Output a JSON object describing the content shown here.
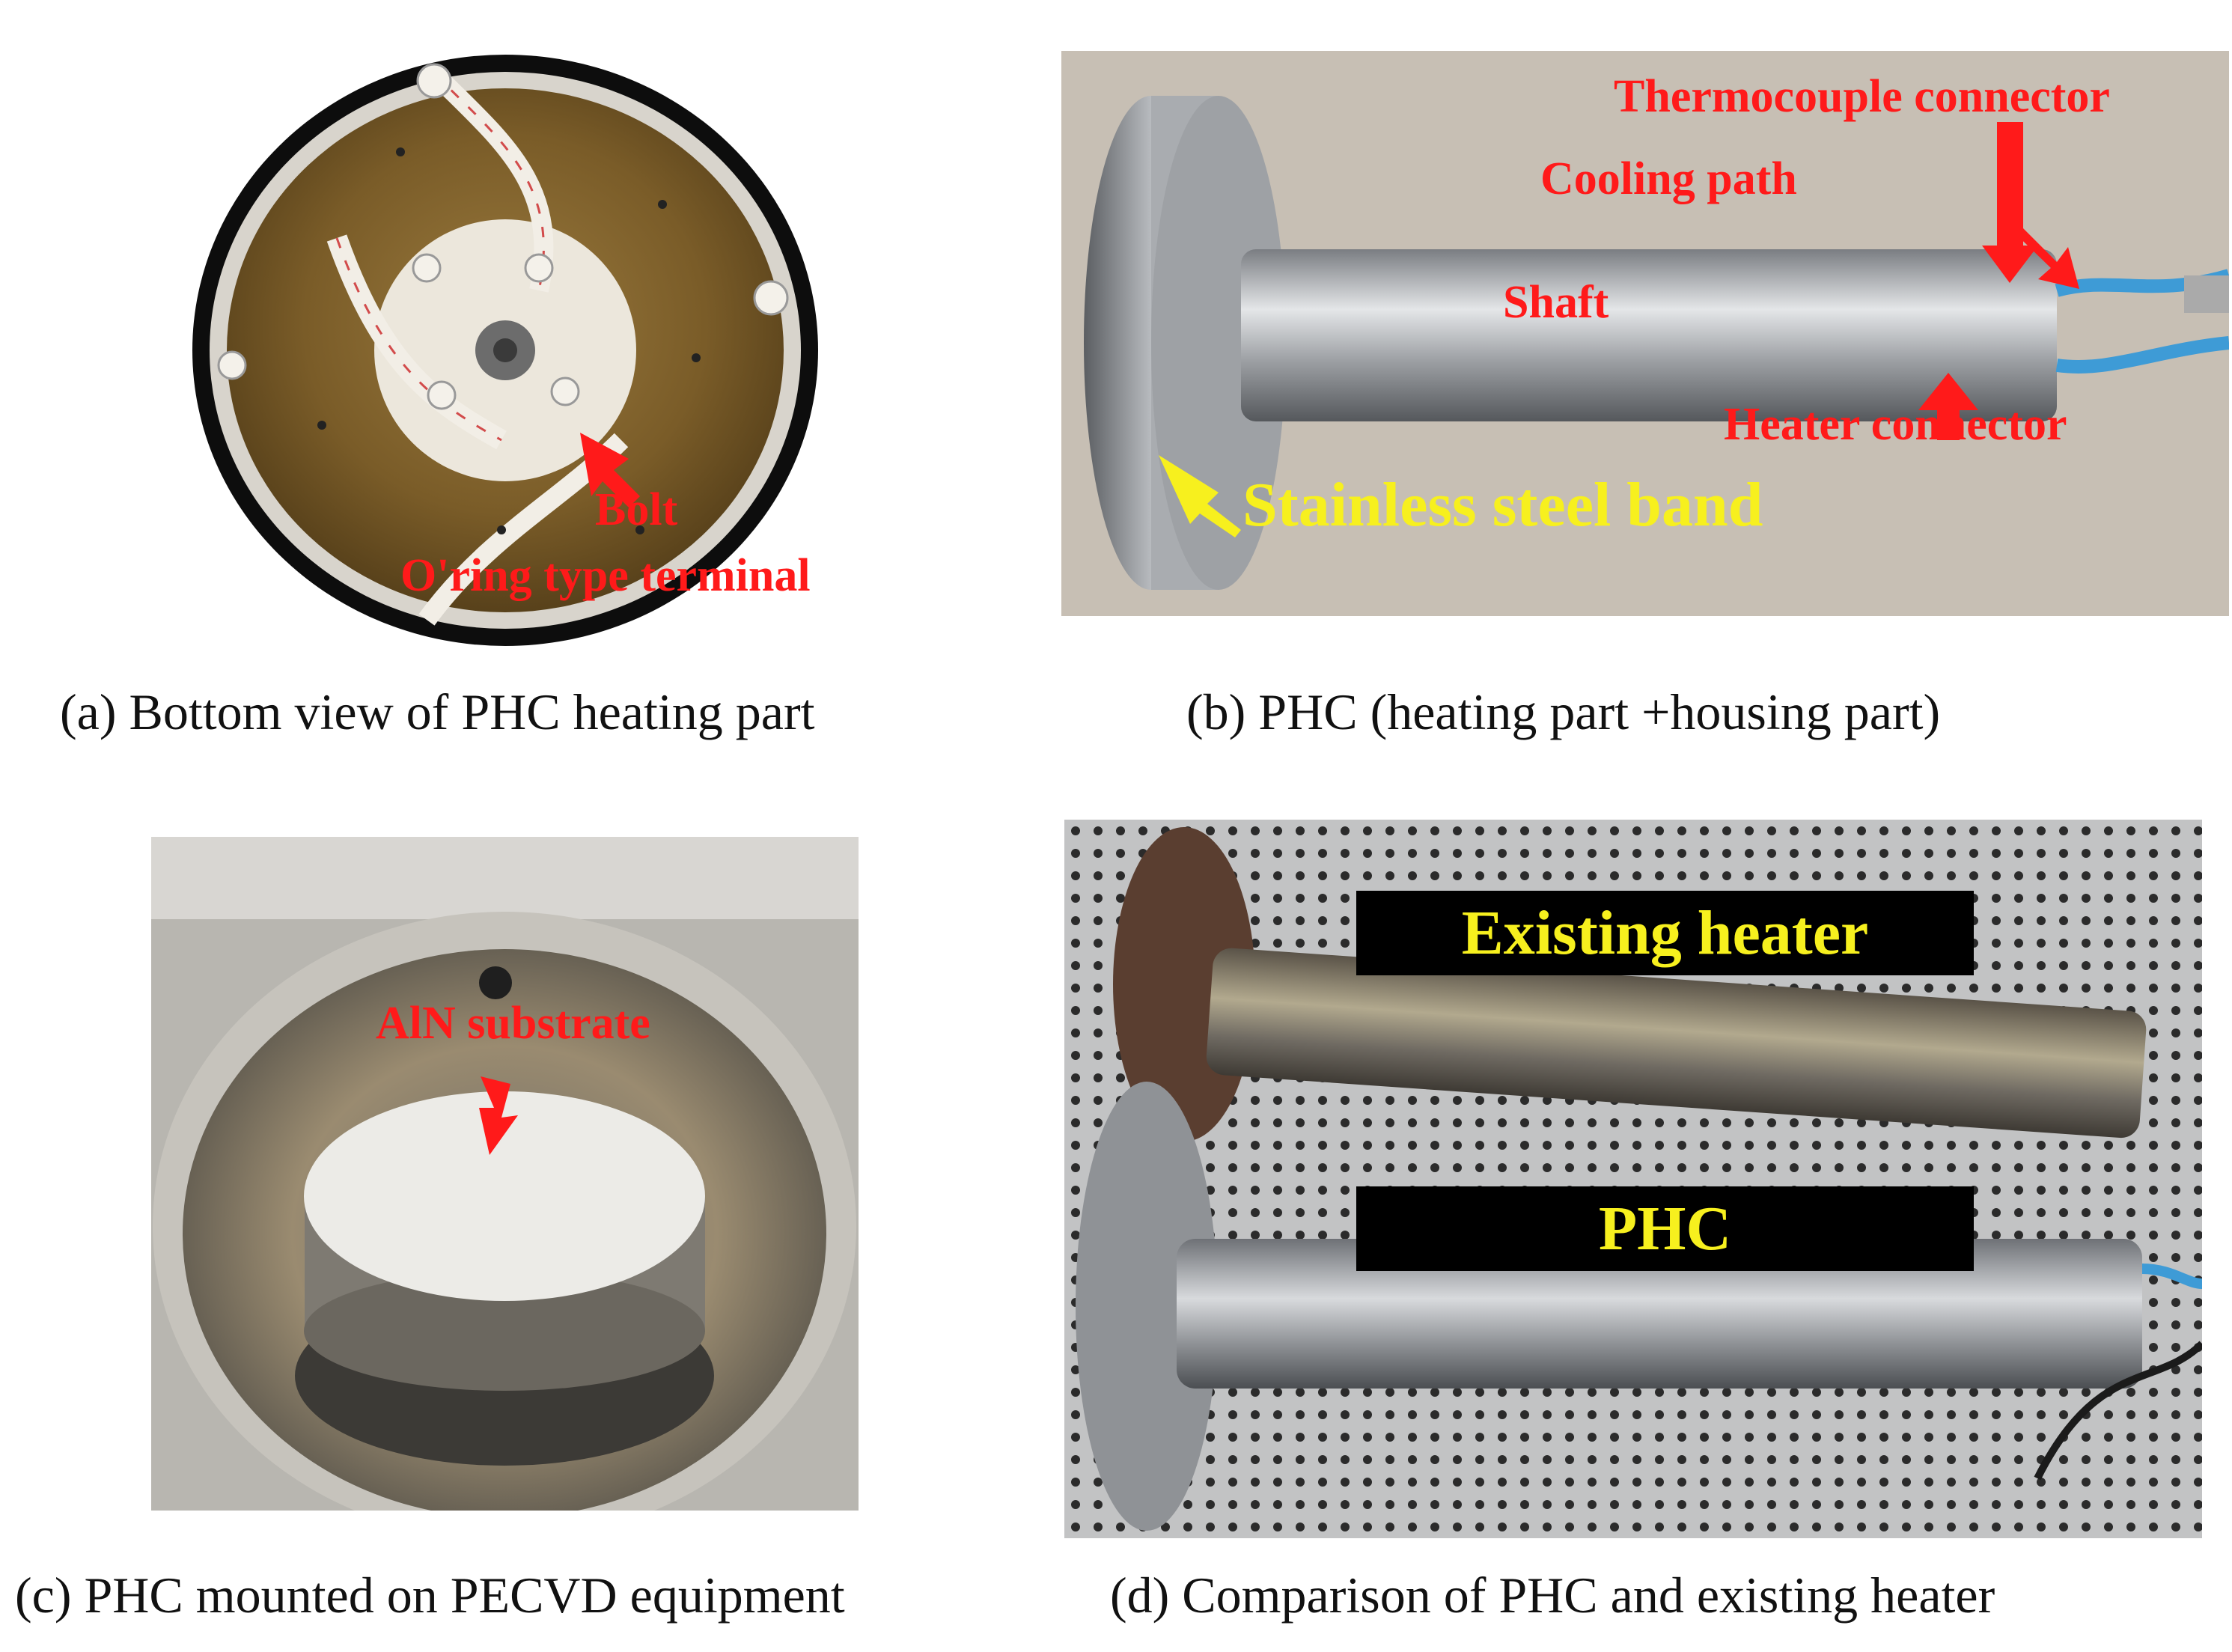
{
  "panels": {
    "a": {
      "caption": "(a) Bottom view of PHC heating part",
      "labels": {
        "bolt": "Bolt",
        "oring": "O'ring type terminal"
      }
    },
    "b": {
      "caption": "(b) PHC (heating part +housing part)",
      "labels": {
        "thermocouple": "Thermocouple connector",
        "cooling": "Cooling path",
        "shaft": "Shaft",
        "heater": "Heater connector",
        "band": "Stainless steel band"
      }
    },
    "c": {
      "caption": "(c) PHC mounted on PECVD equipment",
      "labels": {
        "aln": "AlN substrate"
      }
    },
    "d": {
      "caption": "(d) Comparison of PHC and existing heater",
      "labels": {
        "existing": "Existing heater",
        "phc": "PHC"
      }
    }
  },
  "colors": {
    "label_red": "#ff1a1a",
    "label_yellow": "#f7f01e",
    "caption": "#111111"
  }
}
